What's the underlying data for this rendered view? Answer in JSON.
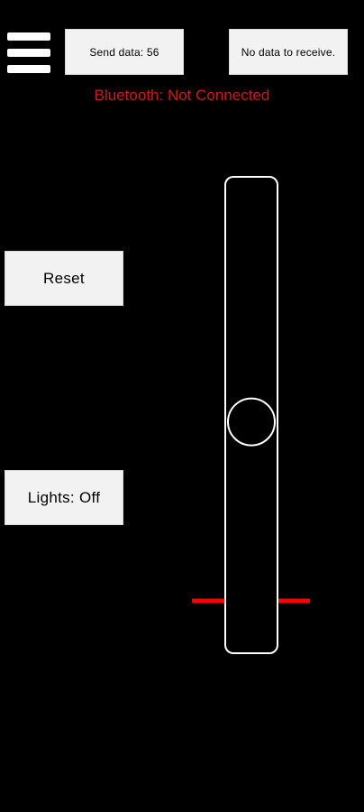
{
  "header": {
    "menu_icon": "hamburger-menu-icon",
    "send_data_label": "Send data: 56",
    "receive_label": "No data to receive.",
    "bluetooth_status": "Bluetooth: Not Connected"
  },
  "controls": {
    "reset_label": "Reset",
    "lights_label": "Lights: Off"
  },
  "slider": {
    "value": 56,
    "min": 0,
    "max": 100,
    "orientation": "vertical"
  },
  "colors": {
    "background": "#000000",
    "status_text": "#d11919",
    "marker": "#ff0000",
    "track_outline": "#ffffff",
    "button_bg": "#f2f2f2"
  }
}
